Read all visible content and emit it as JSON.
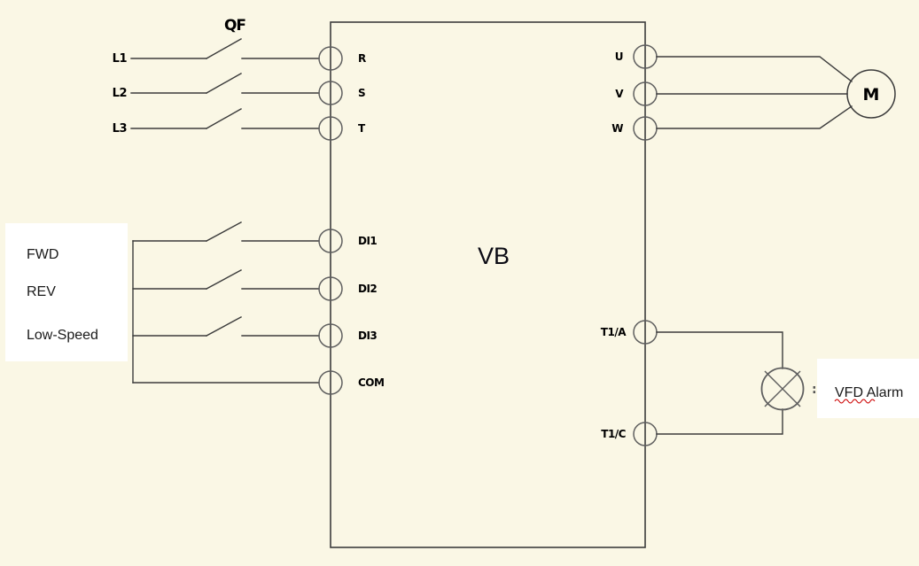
{
  "colors": {
    "background": "#FAF7E5",
    "line": "#3C3C3C",
    "terminal_circle": "#5F5F5F",
    "label_box": "#FFFFFF",
    "spellcheck_squiggle": "#CC0000",
    "text": "#000000"
  },
  "schematic": {
    "device_label": "VB",
    "breaker_label": "QF",
    "power_inputs": [
      {
        "line": "L1",
        "terminal": "R"
      },
      {
        "line": "L2",
        "terminal": "S"
      },
      {
        "line": "L3",
        "terminal": "T"
      }
    ],
    "outputs": [
      {
        "terminal": "U"
      },
      {
        "terminal": "V"
      },
      {
        "terminal": "W"
      }
    ],
    "motor_label": "M",
    "control_inputs": [
      {
        "function": "FWD",
        "terminal": "DI1"
      },
      {
        "function": "REV",
        "terminal": "DI2"
      },
      {
        "function": "Low-Speed",
        "terminal": "DI3"
      }
    ],
    "common_terminal": "COM",
    "relay_terminals": [
      {
        "terminal": "T1/A"
      },
      {
        "terminal": "T1/C"
      }
    ],
    "alarm_label": "VFD Alarm",
    "separator_mark": ":"
  }
}
